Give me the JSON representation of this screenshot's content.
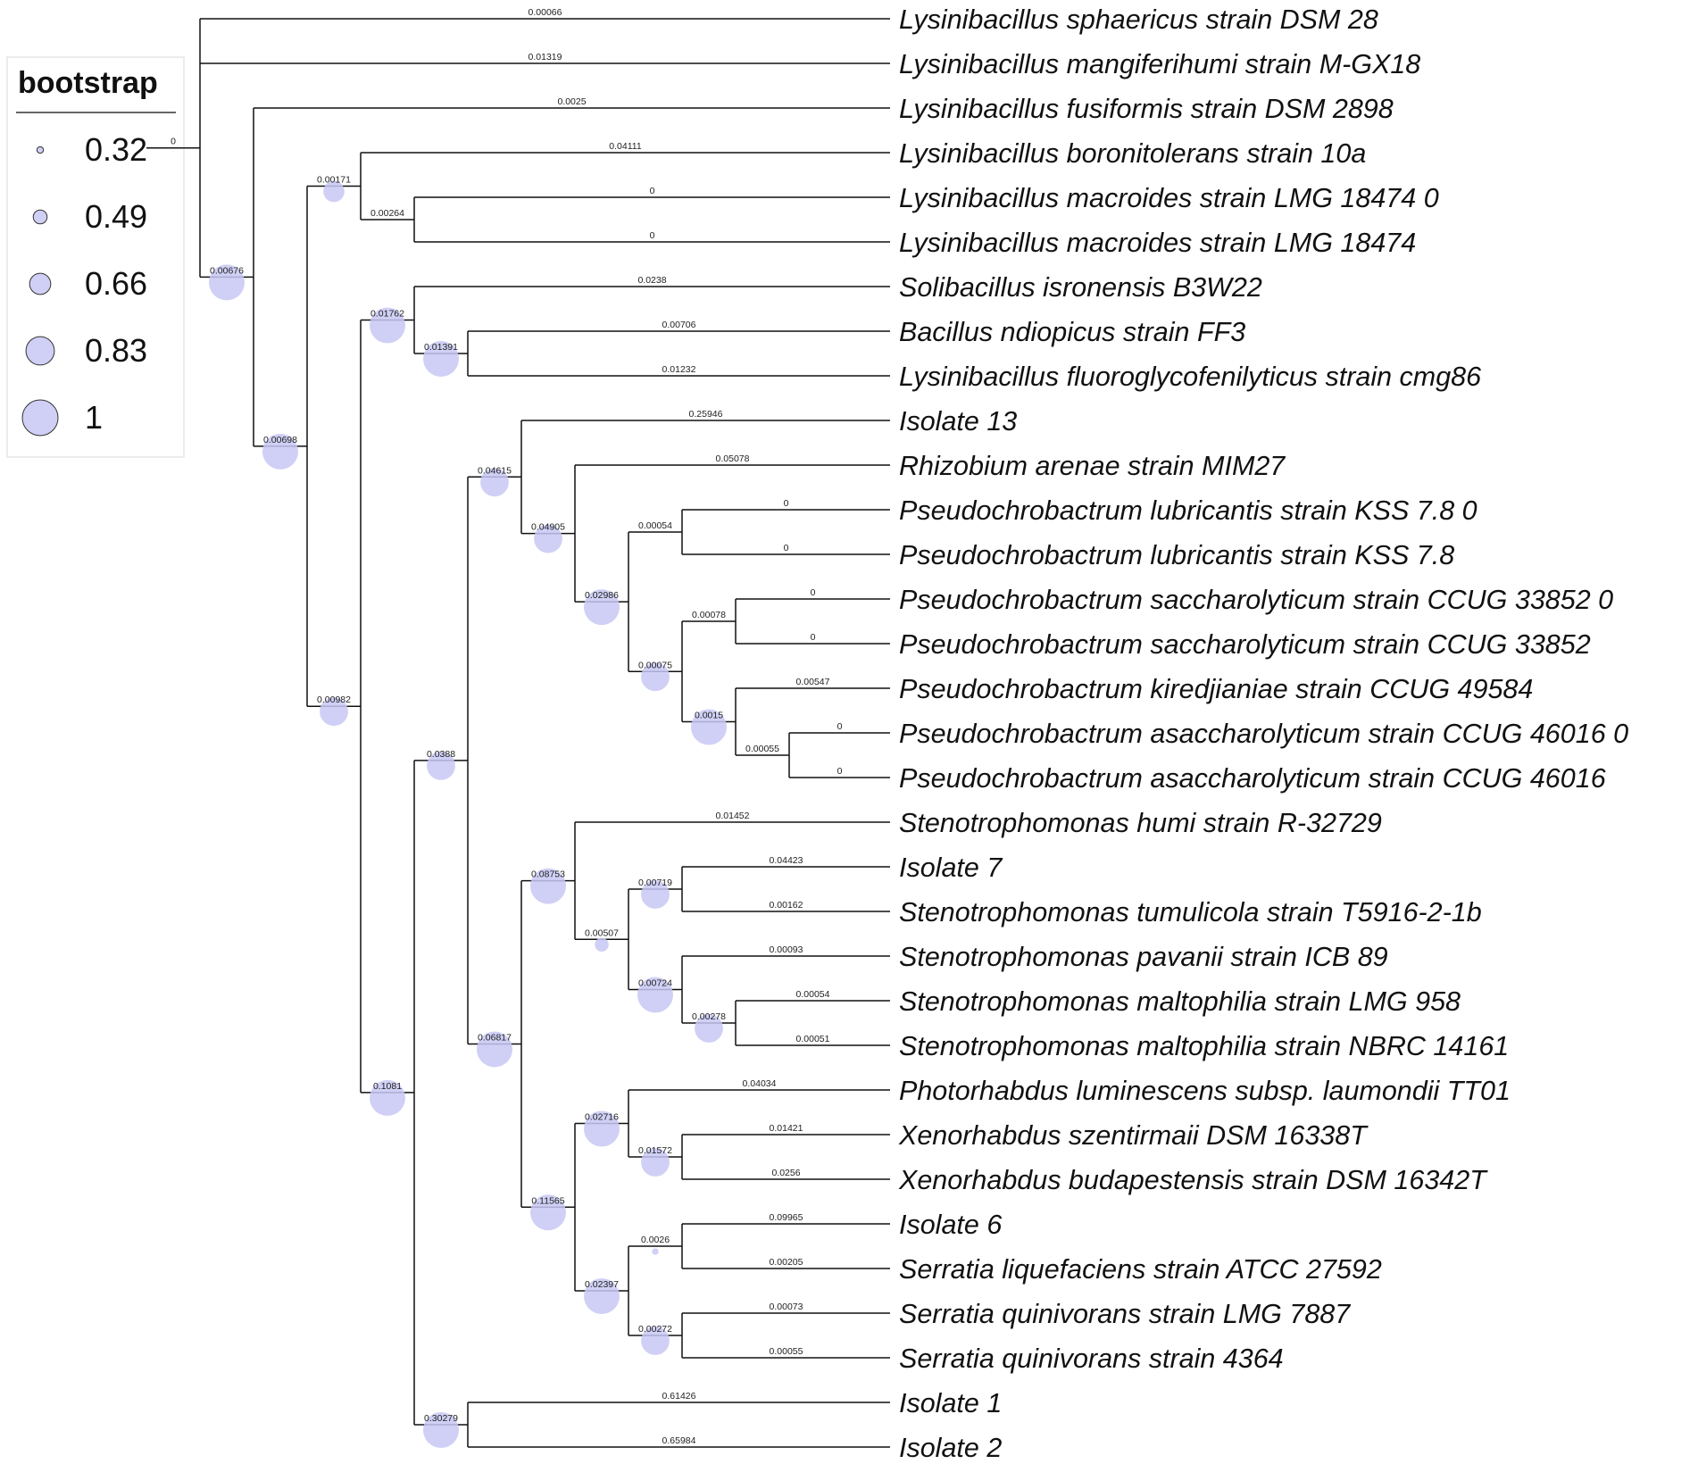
{
  "legend": {
    "title": "bootstrap",
    "entries": [
      {
        "value": 0.32,
        "label": "0.32"
      },
      {
        "value": 0.49,
        "label": "0.49"
      },
      {
        "value": 0.66,
        "label": "0.66"
      },
      {
        "value": 0.83,
        "label": "0.83"
      },
      {
        "value": 1,
        "label": "1"
      }
    ]
  },
  "colors": {
    "bubble": "#c8c8f5",
    "line": "#111111",
    "background": "#ffffff"
  },
  "tree": {
    "bl": "0",
    "children": [
      {
        "name": "Lysinibacillus sphaericus strain DSM 28",
        "bl": "0.00066"
      },
      {
        "name": "Lysinibacillus mangiferihumi strain M-GX18",
        "bl": "0.01319"
      },
      {
        "bl": "0.00676",
        "bs": 1,
        "children": [
          {
            "name": "Lysinibacillus fusiformis strain DSM 2898",
            "bl": "0.0025"
          },
          {
            "bl": "0.00698",
            "bs": 1,
            "children": [
              {
                "bl": "0.00171",
                "bs": 0.66,
                "children": [
                  {
                    "name": "Lysinibacillus boronitolerans strain 10a",
                    "bl": "0.04111"
                  },
                  {
                    "bl": "0.00264",
                    "children": [
                      {
                        "name": "Lysinibacillus macroides strain LMG 18474 0",
                        "bl": "0"
                      },
                      {
                        "name": "Lysinibacillus macroides strain LMG 18474",
                        "bl": "0"
                      }
                    ]
                  }
                ]
              },
              {
                "bl": "0.00982",
                "bs": 0.83,
                "children": [
                  {
                    "bl": "0.01762",
                    "bs": 1,
                    "children": [
                      {
                        "name": "Solibacillus isronensis B3W22",
                        "bl": "0.0238"
                      },
                      {
                        "bl": "0.01391",
                        "bs": 1,
                        "children": [
                          {
                            "name": "Bacillus ndiopicus strain FF3",
                            "bl": "0.00706"
                          },
                          {
                            "name": "Lysinibacillus fluoroglycofenilyticus strain cmg86",
                            "bl": "0.01232"
                          }
                        ]
                      }
                    ]
                  },
                  {
                    "bl": "0.1081",
                    "bs": 1,
                    "children": [
                      {
                        "bl": "0.0388",
                        "bs": 0.83,
                        "children": [
                          {
                            "bl": "0.04615",
                            "bs": 0.83,
                            "children": [
                              {
                                "name": "Isolate 13",
                                "bl": "0.25946"
                              },
                              {
                                "bl": "0.04905",
                                "bs": 0.83,
                                "children": [
                                  {
                                    "name": "Rhizobium arenae strain MIM27",
                                    "bl": "0.05078"
                                  },
                                  {
                                    "bl": "0.02986",
                                    "bs": 1,
                                    "children": [
                                      {
                                        "bl": "0.00054",
                                        "children": [
                                          {
                                            "name": "Pseudochrobactrum lubricantis strain KSS 7.8 0",
                                            "bl": "0"
                                          },
                                          {
                                            "name": "Pseudochrobactrum lubricantis strain KSS 7.8",
                                            "bl": "0"
                                          }
                                        ]
                                      },
                                      {
                                        "bl": "0.00075",
                                        "bs": 0.83,
                                        "children": [
                                          {
                                            "bl": "0.00078",
                                            "children": [
                                              {
                                                "name": "Pseudochrobactrum saccharolyticum strain CCUG 33852 0",
                                                "bl": "0"
                                              },
                                              {
                                                "name": "Pseudochrobactrum saccharolyticum strain CCUG 33852",
                                                "bl": "0"
                                              }
                                            ]
                                          },
                                          {
                                            "bl": "0.0015",
                                            "bs": 1,
                                            "children": [
                                              {
                                                "name": "Pseudochrobactrum kiredjianiae strain CCUG 49584",
                                                "bl": "0.00547"
                                              },
                                              {
                                                "bl": "0.00055",
                                                "children": [
                                                  {
                                                    "name": "Pseudochrobactrum asaccharolyticum strain CCUG 46016 0",
                                                    "bl": "0"
                                                  },
                                                  {
                                                    "name": "Pseudochrobactrum asaccharolyticum strain CCUG 46016",
                                                    "bl": "0"
                                                  }
                                                ]
                                              }
                                            ]
                                          }
                                        ]
                                      }
                                    ]
                                  }
                                ]
                              }
                            ]
                          },
                          {
                            "bl": "0.06817",
                            "bs": 1,
                            "children": [
                              {
                                "bl": "0.08753",
                                "bs": 1,
                                "children": [
                                  {
                                    "name": "Stenotrophomonas humi strain R-32729",
                                    "bl": "0.01452"
                                  },
                                  {
                                    "bl": "0.00507",
                                    "bs": 0.49,
                                    "children": [
                                      {
                                        "bl": "0.00719",
                                        "bs": 0.83,
                                        "children": [
                                          {
                                            "name": "Isolate 7",
                                            "bl": "0.04423"
                                          },
                                          {
                                            "name": "Stenotrophomonas tumulicola strain T5916-2-1b",
                                            "bl": "0.00162"
                                          }
                                        ]
                                      },
                                      {
                                        "bl": "0.00724",
                                        "bs": 1,
                                        "children": [
                                          {
                                            "name": "Stenotrophomonas pavanii strain ICB 89",
                                            "bl": "0.00093"
                                          },
                                          {
                                            "bl": "0.00278",
                                            "bs": 0.83,
                                            "children": [
                                              {
                                                "name": "Stenotrophomonas maltophilia strain LMG 958",
                                                "bl": "0.00054"
                                              },
                                              {
                                                "name": "Stenotrophomonas maltophilia strain NBRC 14161",
                                                "bl": "0.00051"
                                              }
                                            ]
                                          }
                                        ]
                                      }
                                    ]
                                  }
                                ]
                              },
                              {
                                "bl": "0.11565",
                                "bs": 1,
                                "children": [
                                  {
                                    "bl": "0.02716",
                                    "bs": 1,
                                    "children": [
                                      {
                                        "name": "Photorhabdus luminescens subsp. laumondii TT01",
                                        "bl": "0.04034"
                                      },
                                      {
                                        "bl": "0.01572",
                                        "bs": 0.83,
                                        "children": [
                                          {
                                            "name": "Xenorhabdus szentirmaii DSM 16338T",
                                            "bl": "0.01421"
                                          },
                                          {
                                            "name": "Xenorhabdus budapestensis strain DSM 16342T",
                                            "bl": "0.0256"
                                          }
                                        ]
                                      }
                                    ]
                                  },
                                  {
                                    "bl": "0.02397",
                                    "bs": 1,
                                    "children": [
                                      {
                                        "bl": "0.0026",
                                        "bs": 0.32,
                                        "children": [
                                          {
                                            "name": "Isolate 6",
                                            "bl": "0.09965"
                                          },
                                          {
                                            "name": "Serratia liquefaciens strain ATCC 27592",
                                            "bl": "0.00205"
                                          }
                                        ]
                                      },
                                      {
                                        "bl": "0.00272",
                                        "bs": 0.83,
                                        "children": [
                                          {
                                            "name": "Serratia quinivorans strain LMG 7887",
                                            "bl": "0.00073"
                                          },
                                          {
                                            "name": "Serratia quinivorans strain 4364",
                                            "bl": "0.00055"
                                          }
                                        ]
                                      }
                                    ]
                                  }
                                ]
                              }
                            ]
                          }
                        ]
                      },
                      {
                        "bl": "0.30279",
                        "bs": 1,
                        "children": [
                          {
                            "name": "Isolate 1",
                            "bl": "0.61426"
                          },
                          {
                            "name": "Isolate 2",
                            "bl": "0.65984"
                          }
                        ]
                      }
                    ]
                  }
                ]
              }
            ]
          }
        ]
      }
    ]
  }
}
